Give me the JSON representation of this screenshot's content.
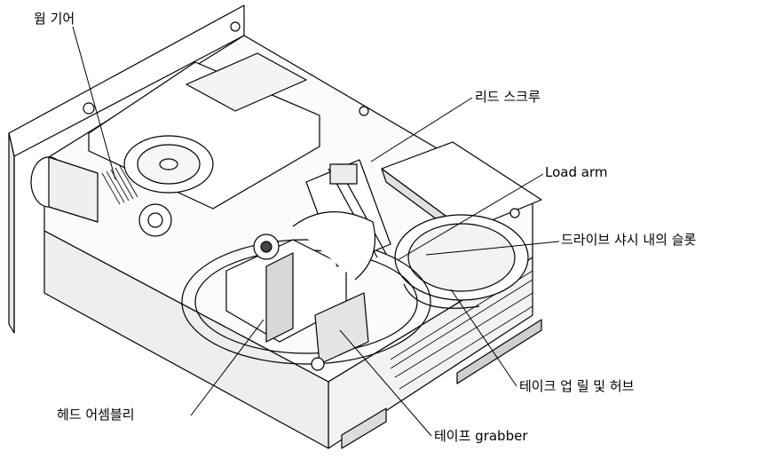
{
  "labels": {
    "worm_gear": "웜 기어",
    "lead_screw": "리드 스크루",
    "load_arm": "Load arm",
    "chassis_slot": "드라이브 샤시 내의 슬롯",
    "takeup_reel_hub": "테이크 업 릴 및 허브",
    "head_assembly": "헤드 어셈블리",
    "tape_grabber": "테이프 grabber"
  }
}
